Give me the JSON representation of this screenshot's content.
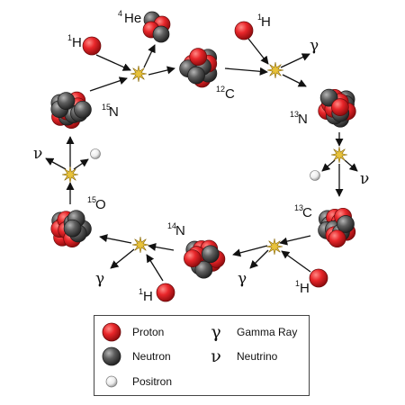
{
  "nuclei": {
    "c12": {
      "mass": "12",
      "symbol": "C"
    },
    "n13": {
      "mass": "13",
      "symbol": "N"
    },
    "c13": {
      "mass": "13",
      "symbol": "C"
    },
    "n14": {
      "mass": "14",
      "symbol": "N"
    },
    "o15": {
      "mass": "15",
      "symbol": "O"
    },
    "n15": {
      "mass": "15",
      "symbol": "N"
    },
    "he4": {
      "mass": "4",
      "symbol": "He"
    },
    "h1_top_left": {
      "mass": "1",
      "symbol": "H"
    },
    "h1_top_right": {
      "mass": "1",
      "symbol": "H"
    },
    "h1_bottom_right": {
      "mass": "1",
      "symbol": "H"
    },
    "h1_bottom_center": {
      "mass": "1",
      "symbol": "H"
    }
  },
  "symbols": {
    "gamma": "γ",
    "neutrino": "ν"
  },
  "legend": {
    "proton": "Proton",
    "neutron": "Neutron",
    "positron": "Positron",
    "gamma_ray": "Gamma Ray",
    "neutrino": "Neutrino"
  },
  "colors": {
    "proton": "#e8262a",
    "neutron": "#5a5a5a",
    "positron": "#f2f2f2",
    "star": "#e8c23a",
    "arrow": "#111111"
  }
}
